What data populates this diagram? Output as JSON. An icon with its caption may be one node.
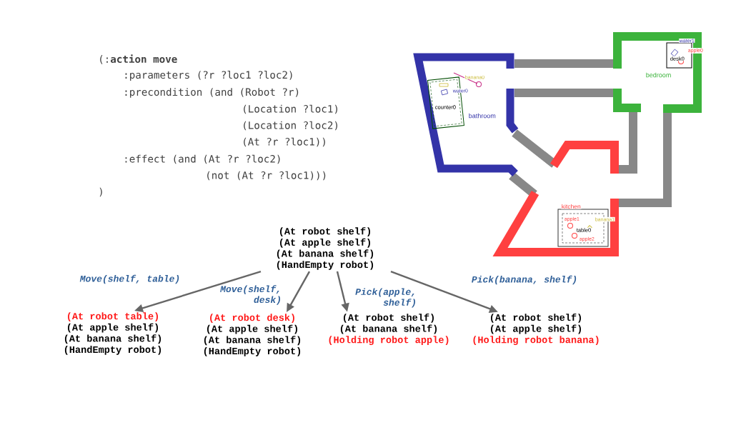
{
  "diagram": {
    "nodes": [
      {
        "text": [
          "(At robot shelf)",
          "(At apple shelf)",
          "(At banana shelf)",
          "(HandEmpty robot)"
        ]
      },
      {
        "text": [
          "(At robot table)",
          "(At apple shelf)",
          "(At banana shelf)",
          "(HandEmpty robot)"
        ]
      },
      {
        "text": [
          "(At robot desk)",
          "(At apple shelf)",
          "(At banana shelf)",
          "(HandEmpty robot)"
        ]
      },
      {
        "text": [
          "(At robot shelf)",
          "(At banana shelf)",
          "(Holding robot apple)"
        ]
      },
      {
        "text": [
          "(At robot shelf)",
          "(At apple shelf)",
          "(Holding robot banana)"
        ]
      }
    ],
    "edges": [
      {
        "from": 0,
        "to": 1,
        "arrow": "to",
        "label": "Move(shelf, table)"
      },
      {
        "from": 0,
        "to": 2,
        "arrow": "to",
        "label": "Move(shelf, desk)"
      },
      {
        "from": 0,
        "to": 3,
        "arrow": "to",
        "label": "Pick(apple, shelf)"
      },
      {
        "from": 0,
        "to": 4,
        "arrow": "to",
        "label": "Pick(banana, shelf)"
      }
    ],
    "labels": [
      "(:**action move**",
      ":parameters (?r ?loc1 ?loc2)",
      ":precondition (and (Robot ?r)",
      "(Location ?loc1)",
      "(Location ?loc2)",
      "(At ?r ?loc1))",
      ":effect (and (At ?r ?loc2)",
      "(not (At ?r ?loc1)))",
      ")",
      "banana0",
      "water0",
      "counter0",
      "bathroom",
      "water1",
      "desk0",
      "apple0",
      "bedroom",
      "kitchen",
      "apple1",
      "banana1",
      "table0",
      "apple2"
    ]
  }
}
